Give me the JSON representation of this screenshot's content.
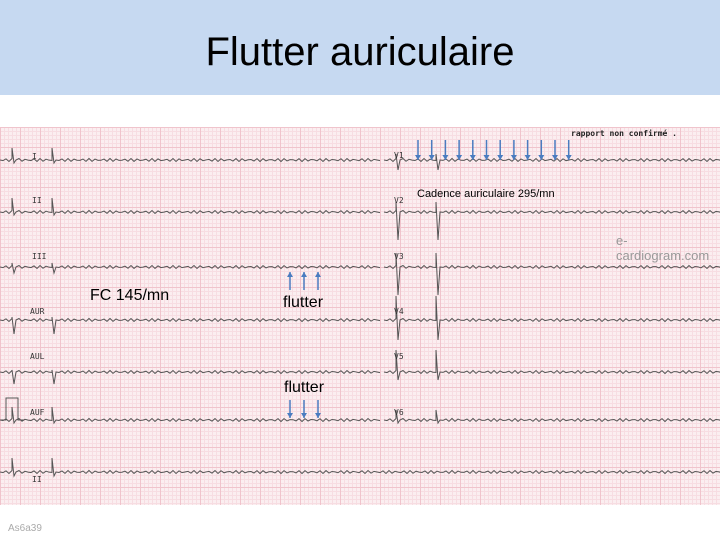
{
  "title": "Flutter auriculaire",
  "report_status": "rapport non confirmé .",
  "watermark": "e-cardiogram.com",
  "leads_left": [
    "I",
    "II",
    "III",
    "AUR",
    "AUL",
    "AUF",
    "II"
  ],
  "leads_right": [
    "V1",
    "V2",
    "V3",
    "V4",
    "V5",
    "V6"
  ],
  "annotations": {
    "atrial_rate": "Cadence auriculaire 295/mn",
    "heart_rate": "FC 145/mn",
    "flutter_1": "flutter",
    "flutter_2": "flutter"
  },
  "arrow_color": "#4a7cc0",
  "footer": "As6a39"
}
